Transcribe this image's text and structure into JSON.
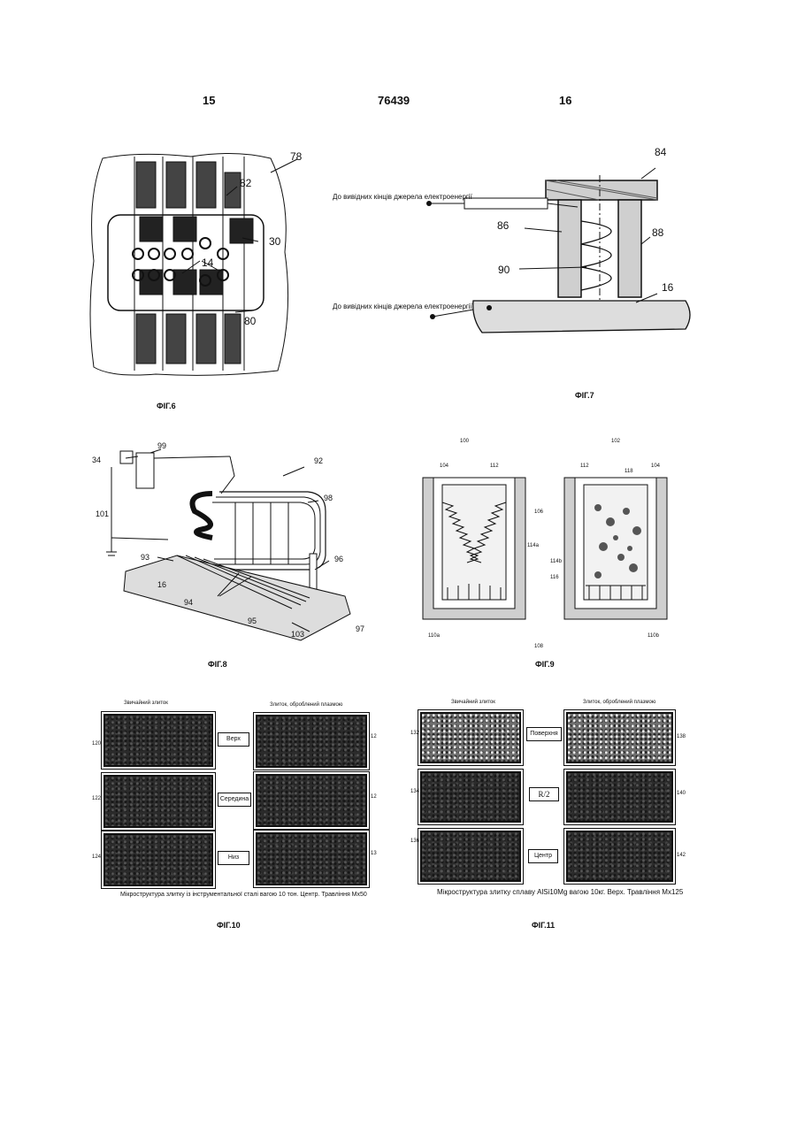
{
  "header": {
    "left_page": "15",
    "patent_number": "76439",
    "right_page": "16"
  },
  "fig6": {
    "caption": "ФІГ.6",
    "labels": {
      "l78": "78",
      "l82": "82",
      "l30": "30",
      "l14": "14",
      "l80": "80"
    }
  },
  "fig7": {
    "caption": "ФІГ.7",
    "note_top": "До вивідних кінців джерела електроенергії",
    "note_bottom": "До вивідних кінців джерела електроенергії",
    "labels": {
      "l84": "84",
      "l86": "86",
      "l88": "88",
      "l90": "90",
      "l16": "16"
    }
  },
  "fig8": {
    "caption": "ФІГ.8",
    "labels": {
      "l34": "34",
      "l99": "99",
      "l92": "92",
      "l98": "98",
      "l101": "101",
      "l93": "93",
      "l16": "16",
      "l96": "96",
      "l94": "94",
      "l95": "95",
      "l103": "103",
      "l97": "97"
    }
  },
  "fig9": {
    "caption": "ФІГ.9",
    "labels": {
      "l100": "100",
      "l102": "102",
      "l104a": "104",
      "l112a": "112",
      "l112b": "112",
      "l118": "118",
      "l104b": "104",
      "l106": "106",
      "l114a": "114a",
      "l114b": "114b",
      "l116": "116",
      "l110a": "110a",
      "l108": "108",
      "l110b": "110b"
    }
  },
  "fig10": {
    "caption": "ФІГ.10",
    "col_left": "Звичайний злиток",
    "col_right": "Злиток, оброблений плазмою",
    "row_labels": [
      "Верх",
      "Середина",
      "Низ"
    ],
    "refs_left": [
      "120",
      "122",
      "124"
    ],
    "refs_right": [
      "12",
      "12",
      "13"
    ],
    "description": "Мікроструктура злитку із інструментальної сталі вагою 10 тон. Центр. Травління Мх50"
  },
  "fig11": {
    "caption": "ФІГ.11",
    "col_left": "Звичайний злиток",
    "col_right": "Злиток, оброблений плазмою",
    "row_labels": [
      "Поверхня",
      "R/2",
      "Центр"
    ],
    "refs_left": [
      "132",
      "134",
      "136"
    ],
    "refs_right": [
      "138",
      "140",
      "142"
    ],
    "description": "Мікроструктура злитку сплаву AlSi10Mg вагою 10кг. Верх. Травління Мх125"
  }
}
